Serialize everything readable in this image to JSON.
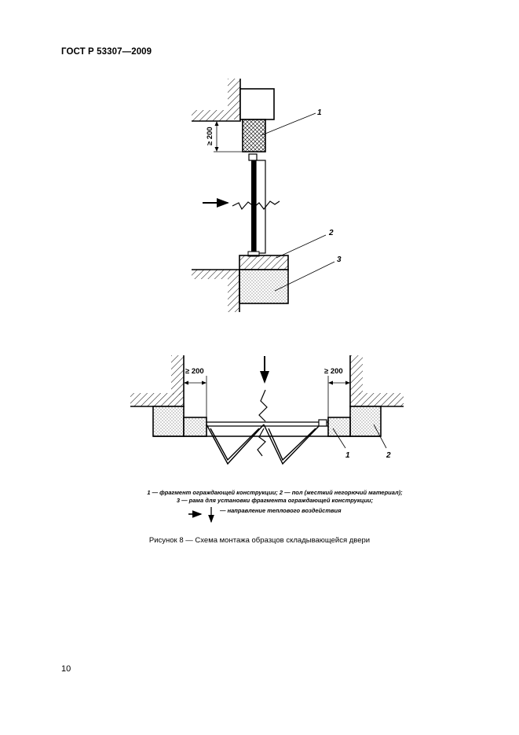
{
  "header": {
    "standard": "ГОСТ Р 53307—2009"
  },
  "figure": {
    "top_labels": {
      "n1": "1",
      "n2": "2",
      "n3": "3",
      "dim": "≥ 200"
    },
    "bottom_labels": {
      "dim_left": "≥ 200",
      "dim_right": "≥ 200",
      "n1": "1",
      "n2": "2"
    }
  },
  "legend": {
    "line1": "1 — фрагмент ограждающей конструкции; 2 — пол (жесткий негорючий материал);",
    "line2": "3 — рама для установки фрагмента ограждающей конструкции;",
    "arrows_text": "— направление теплового воздействия"
  },
  "caption": "Рисунок 8 — Схема монтажа образцов складывающейся двери",
  "page_number": "10"
}
